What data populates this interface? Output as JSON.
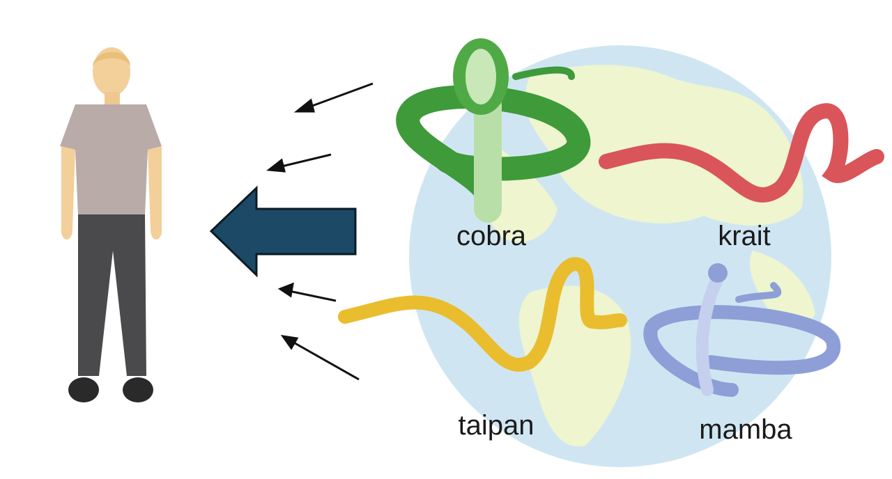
{
  "labels": {
    "cobra": "cobra",
    "krait": "krait",
    "taipan": "taipan",
    "mamba": "mamba"
  },
  "colors": {
    "big_arrow": "#1c4a66",
    "globe_ocean": "#cfe6f2",
    "globe_land": "#eef5cf",
    "cobra": "#3f9a3a",
    "krait": "#d9555a",
    "taipan": "#e9bd2e",
    "mamba": "#8d9fd6"
  }
}
